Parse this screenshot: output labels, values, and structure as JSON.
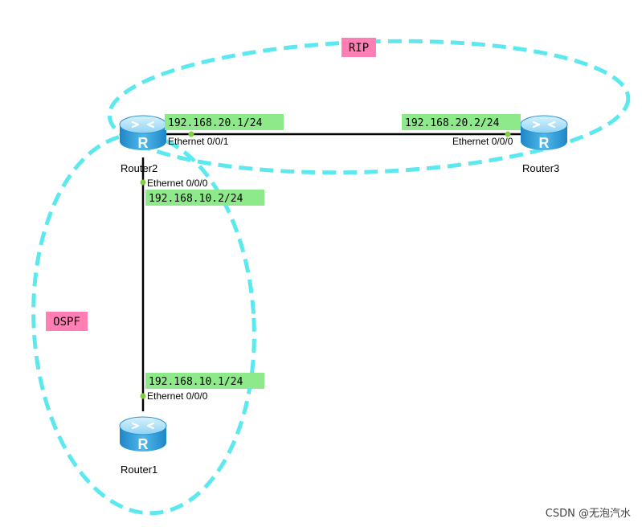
{
  "areas": [
    {
      "id": "rip",
      "label": "RIP"
    },
    {
      "id": "ospf",
      "label": "OSPF"
    }
  ],
  "routers": {
    "r1": {
      "name": "Router1"
    },
    "r2": {
      "name": "Router2"
    },
    "r3": {
      "name": "Router3"
    }
  },
  "links": {
    "r2_r3": {
      "r2_ip": "192.168.20.1/24",
      "r2_port": "Ethernet 0/0/1",
      "r3_ip": "192.168.20.2/24",
      "r3_port": "Ethernet 0/0/0"
    },
    "r2_r1": {
      "r2_port": "Ethernet 0/0/0",
      "r2_ip": "192.168.10.2/24",
      "r1_ip": "192.168.10.1/24",
      "r1_port": "Ethernet 0/0/0"
    }
  },
  "router_icon_letter": "R",
  "watermark": "CSDN @无泡汽水",
  "colors": {
    "area_outline": "#5ce8ef",
    "area_label_bg": "#ff7fb5",
    "ip_label_bg": "#8ee98a",
    "port_dot": "#7fcf3f",
    "link": "#000000",
    "router_body": "#35a4de"
  }
}
